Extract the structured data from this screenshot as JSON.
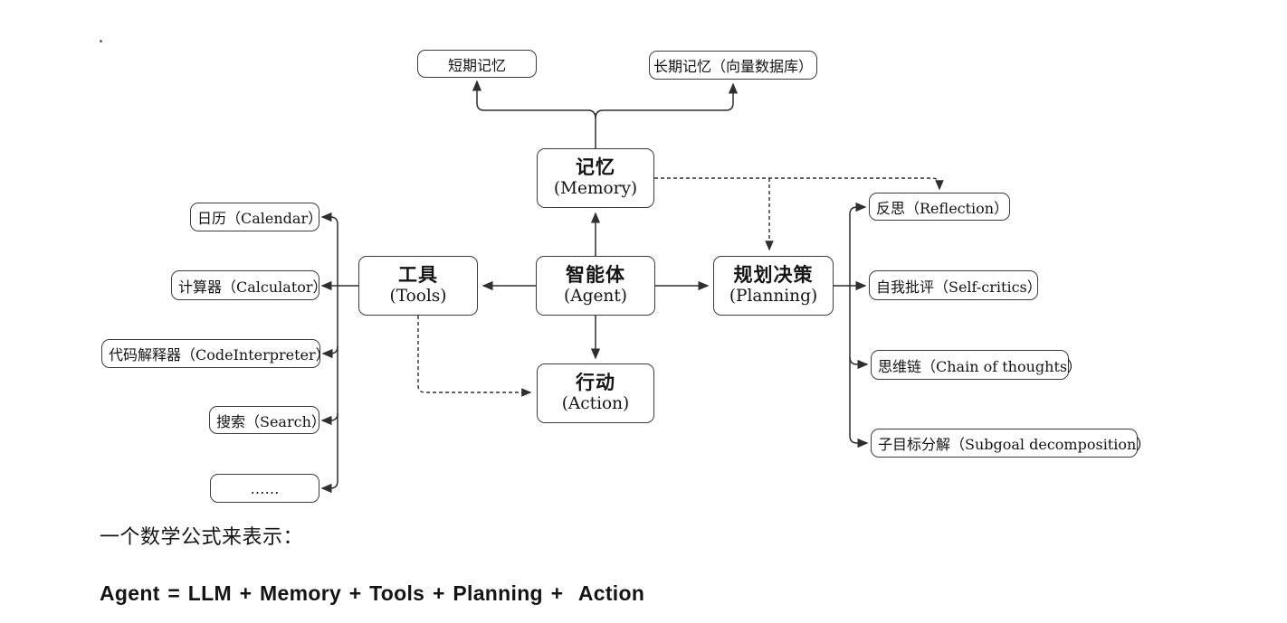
{
  "diagram": {
    "center": {
      "agent": {
        "zh": "智能体",
        "en": "(Agent)"
      },
      "memory": {
        "zh": "记忆",
        "en": "(Memory)"
      },
      "tools": {
        "zh": "工具",
        "en": "(Tools)"
      },
      "planning": {
        "zh": "规划决策",
        "en": "(Planning)"
      },
      "action": {
        "zh": "行动",
        "en": "(Action)"
      }
    },
    "memory_items": {
      "short_term": "短期记忆",
      "long_term": "长期记忆（向量数据库）"
    },
    "tool_items": [
      "日历（Calendar）",
      "计算器（Calculator）",
      "代码解释器（CodeInterpreter）",
      "搜索（Search）",
      "……"
    ],
    "planning_items": [
      "反思（Reflection）",
      "自我批评（Self-critics）",
      "思维链（Chain of thoughts）",
      "子目标分解（Subgoal decomposition）"
    ]
  },
  "caption": {
    "intro": "一个数学公式来表示：",
    "formula": "Agent = LLM + Memory + Tools + Planning +  Action"
  },
  "colors": {
    "line": "#2f2f2f",
    "box_border": "#3c3c3c",
    "text": "#141414",
    "background": "#ffffff"
  }
}
